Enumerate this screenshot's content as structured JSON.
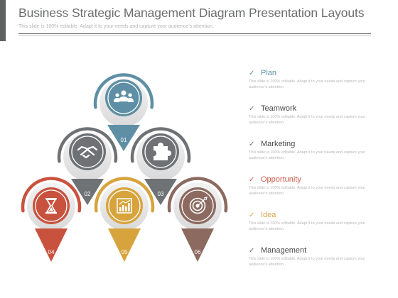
{
  "header": {
    "title": "Business Strategic Management Diagram Presentation Layouts",
    "subtitle": "This slide is 100% editable. Adapt it to your needs and capture your audience's attention."
  },
  "colors": {
    "blue": "#5e8fa4",
    "gray": "#6e7275",
    "red": "#c8523e",
    "orange": "#d7a33c",
    "brown": "#8c6a60",
    "dark_gray": "#606265"
  },
  "diagram": {
    "pins": [
      {
        "number": "01",
        "icon": "people-icon",
        "color": "#5e8fa4"
      },
      {
        "number": "02",
        "icon": "handshake-icon",
        "color": "#6e7275"
      },
      {
        "number": "03",
        "icon": "puzzle-icon",
        "color": "#6e7275"
      },
      {
        "number": "04",
        "icon": "hourglass-icon",
        "color": "#c8523e"
      },
      {
        "number": "05",
        "icon": "bar-chart-icon",
        "color": "#d7a33c"
      },
      {
        "number": "06",
        "icon": "target-icon",
        "color": "#8c6a60"
      }
    ]
  },
  "list": {
    "items": [
      {
        "label": "Plan",
        "desc": "This slide is 100% editable. Adapt it to your needs and capture your audience's attention."
      },
      {
        "label": "Teamwork",
        "desc": "This slide is 100% editable. Adapt it to your needs and capture your audience's attention."
      },
      {
        "label": "Marketing",
        "desc": "This slide is 100% editable. Adapt it to your needs and capture your audience's attention."
      },
      {
        "label": "Opportunity",
        "desc": "This slide is 100% editable. Adapt it to your needs and capture your audience's attention."
      },
      {
        "label": "Idea",
        "desc": "This slide is 100% editable. Adapt it to your needs and capture your audience's attention."
      },
      {
        "label": "Management",
        "desc": "This slide is 100% editable. Adapt it to your needs and capture your audience's attention."
      }
    ]
  }
}
